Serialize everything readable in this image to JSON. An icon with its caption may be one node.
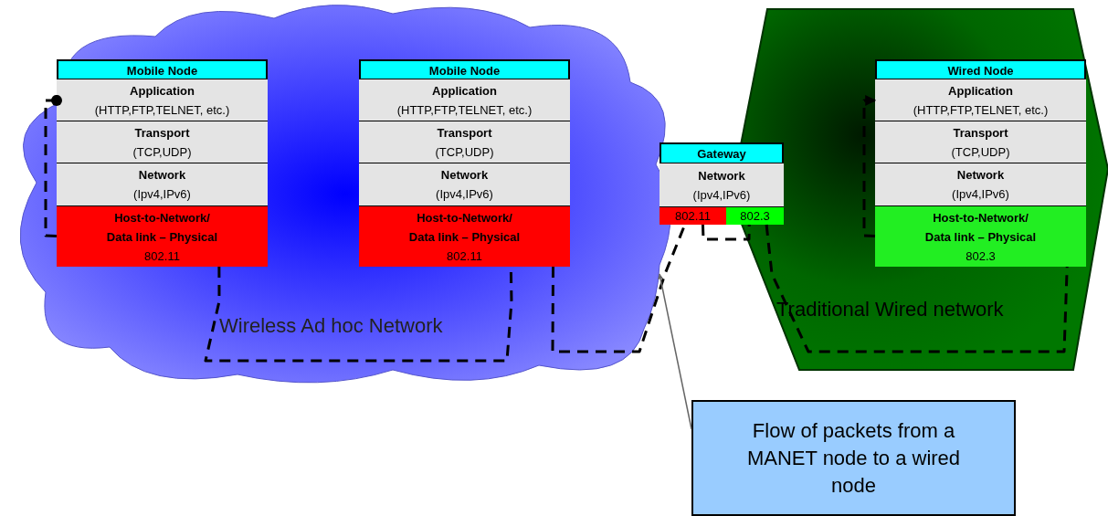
{
  "diagram": {
    "nodes": [
      {
        "text": [
          "Wireless Ad hoc Network"
        ]
      },
      {
        "text": [
          "Mobile Node"
        ],
        "in": 0
      },
      {
        "text": [
          "Application",
          "(HTTP,FTP,TELNET, etc.)"
        ],
        "in": 1
      },
      {
        "text": [
          "Transport",
          "(TCP,UDP)"
        ],
        "in": 1
      },
      {
        "text": [
          "Network",
          "(Ipv4,IPv6)"
        ],
        "in": 1
      },
      {
        "text": [
          "Host-to-Network/",
          "Data link – Physical",
          "802.11"
        ],
        "in": 1
      },
      {
        "text": [
          "Mobile Node"
        ],
        "in": 0
      },
      {
        "text": [
          "Application",
          "(HTTP,FTP,TELNET, etc.)"
        ],
        "in": 6
      },
      {
        "text": [
          "Transport",
          "(TCP,UDP)"
        ],
        "in": 6
      },
      {
        "text": [
          "Network",
          "(Ipv4,IPv6)"
        ],
        "in": 6
      },
      {
        "text": [
          "Host-to-Network/",
          "Data link – Physical",
          "802.11"
        ],
        "in": 6
      },
      {
        "text": [
          "Gateway"
        ]
      },
      {
        "text": [
          "Network",
          "(Ipv4,IPv6)"
        ],
        "in": 11
      },
      {
        "text": [
          "802.11"
        ],
        "in": 11
      },
      {
        "text": [
          "802.3"
        ]
      },
      {
        "text": [
          "Traditional Wired network"
        ]
      },
      {
        "text": [
          "Wired Node"
        ],
        "in": 15
      },
      {
        "text": [
          "Application",
          "(HTTP,FTP,TELNET, etc.)"
        ],
        "in": 16
      },
      {
        "text": [
          "Transport",
          "(TCP,UDP)"
        ],
        "in": 16
      },
      {
        "text": [
          "Network",
          "(Ipv4,IPv6)"
        ],
        "in": 16
      },
      {
        "text": [
          "Host-to-Network/",
          "Data link – Physical",
          "802.3"
        ],
        "in": 16
      },
      {
        "text": [
          "Flow of packets from a MANET node to a wired node"
        ]
      }
    ],
    "edges": [
      {
        "from": 2,
        "to": 5,
        "arrow": "other",
        "style": "dashed"
      },
      {
        "from": 5,
        "to": 10,
        "arrow": "none",
        "style": "dashed"
      },
      {
        "from": 10,
        "to": 13,
        "arrow": "none",
        "style": "dashed"
      },
      {
        "from": 13,
        "to": 14,
        "arrow": "none",
        "style": "dashed"
      },
      {
        "from": 14,
        "to": 20,
        "arrow": "none",
        "style": "dashed"
      },
      {
        "from": 20,
        "to": 17,
        "arrow": "to",
        "style": "dashed"
      },
      {
        "from": 21,
        "to": 0,
        "arrow": "to",
        "color": "#666666"
      }
    ]
  }
}
